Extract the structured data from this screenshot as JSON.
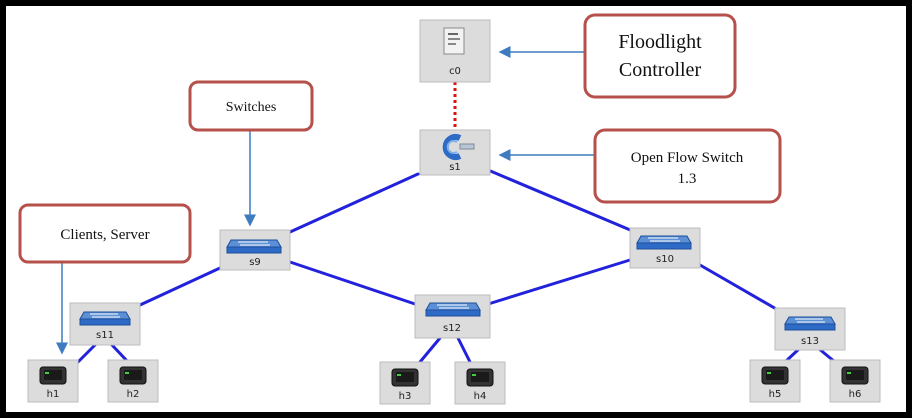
{
  "colors": {
    "frame": "#000000",
    "link": "#2222dd",
    "controller_link": "#dd1111",
    "callout_border": "#b5504a",
    "arrow": "#3f7bbf",
    "node_box": "#dcdcdc",
    "switch_icon": "#2d6bc7"
  },
  "nodes": {
    "c0": "c0",
    "s1": "s1",
    "s9": "s9",
    "s10": "s10",
    "s11": "s11",
    "s12": "s12",
    "s13": "s13",
    "h1": "h1",
    "h2": "h2",
    "h3": "h3",
    "h4": "h4",
    "h5": "h5",
    "h6": "h6"
  },
  "node_icons": {
    "c0": "controller-server-icon",
    "s1": "openflow-switch-icon",
    "switch": "network-switch-icon",
    "host": "host-terminal-icon"
  },
  "callouts": {
    "controller": {
      "line1": "Floodlight",
      "line2": "Controller"
    },
    "switches": {
      "line1": "Switches"
    },
    "openflow": {
      "line1": "Open Flow Switch",
      "line2": "1.3"
    },
    "clients": {
      "line1": "Clients, Server"
    }
  }
}
